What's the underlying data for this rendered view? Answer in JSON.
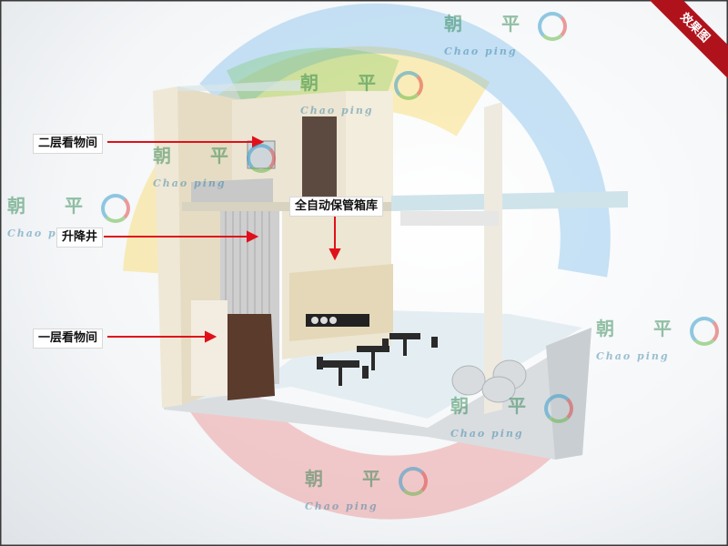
{
  "corner_tag": "效果图",
  "labels": {
    "second_floor": "二层看物间",
    "auto_storage": "全自动保管箱库",
    "elevator": "升降井",
    "first_floor": "一层看物间"
  },
  "watermark": {
    "chinese": "朝 平",
    "english": "Chao ping"
  },
  "colors": {
    "arrow": "#e0101a",
    "tag": "#b0121b",
    "wall": "#e9e2cf",
    "glass": "#cfe3ea"
  }
}
